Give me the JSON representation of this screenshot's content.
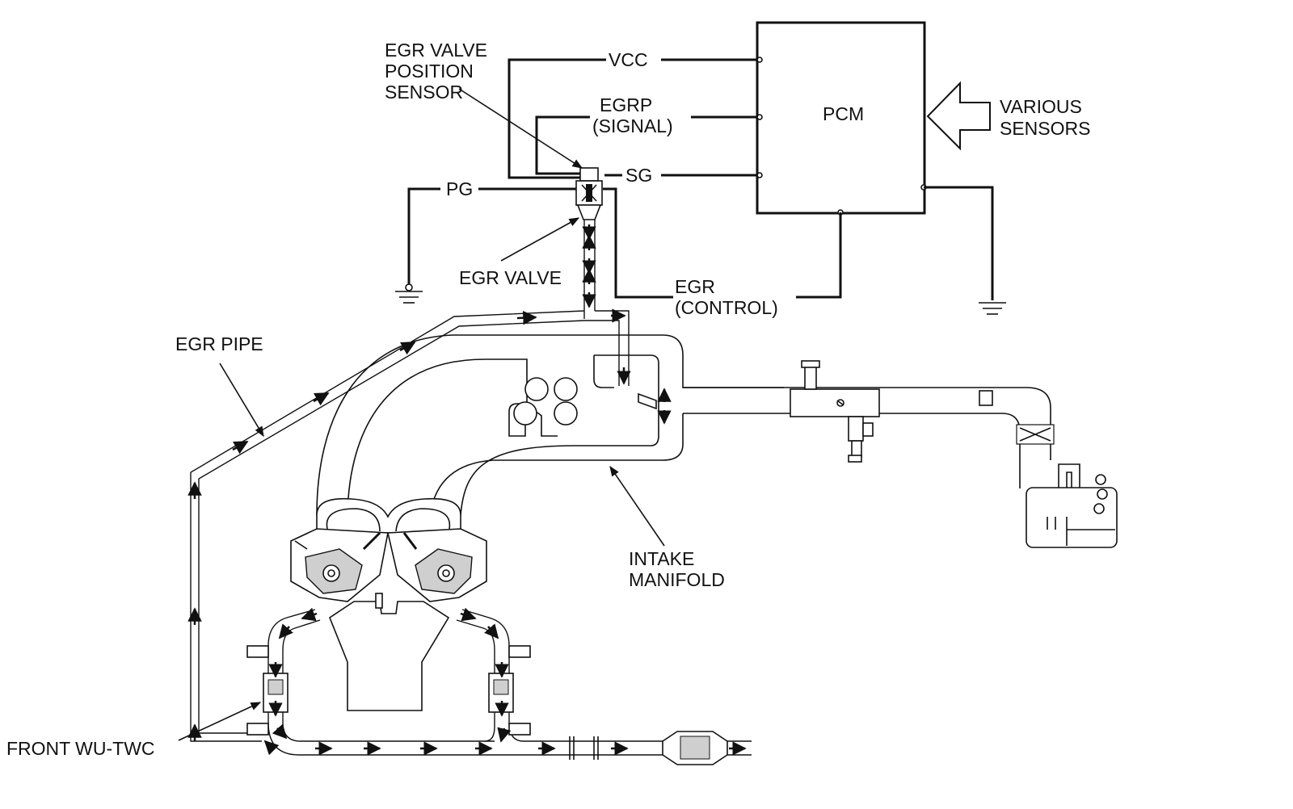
{
  "labels": {
    "egr_valve_position_sensor": [
      "EGR VALVE",
      "POSITION",
      "SENSOR"
    ],
    "vcc": "VCC",
    "egrp": [
      "EGRP",
      "(SIGNAL)"
    ],
    "sg": "SG",
    "pg": "PG",
    "pcm": "PCM",
    "various_sensors": [
      "VARIOUS",
      "SENSORS"
    ],
    "egr_valve": "EGR VALVE",
    "egr_control": [
      "EGR",
      "(CONTROL)"
    ],
    "egr_pipe": "EGR PIPE",
    "intake_manifold": [
      "INTAKE",
      "MANIFOLD"
    ],
    "front_wu_twc": "FRONT WU-TWC"
  },
  "colors": {
    "line": "#111111",
    "background": "#ffffff"
  }
}
